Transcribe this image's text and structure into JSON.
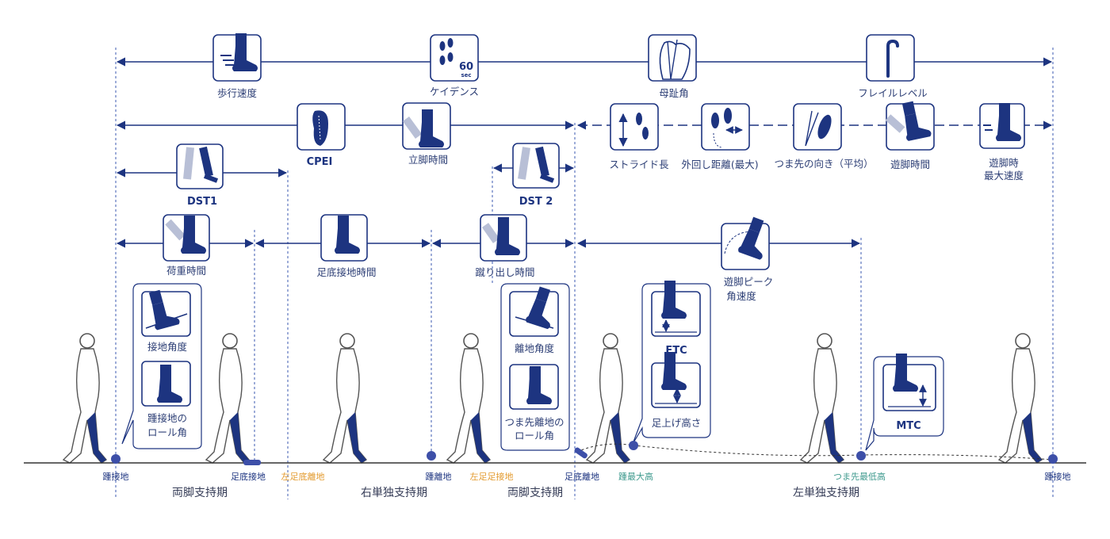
{
  "colors": {
    "navy": "#1d3480",
    "light": "#b8bfd6",
    "orange": "#e39a2d",
    "teal": "#3f9a8e"
  },
  "row1": {
    "walking_speed": "歩行速度",
    "cadence": "ケイデンス",
    "cadence_badge": "60",
    "cadence_unit": "sec",
    "hallux_angle": "母趾角",
    "frail_level": "フレイルレベル"
  },
  "row2": {
    "cpei": "CPEI",
    "stance_time": "立脚時間",
    "stride_length": "ストライド長",
    "circumduction": "外回し距離(最大)",
    "toe_direction": "つま先の向き（平均）",
    "swing_time": "遊脚時間",
    "swing_max_speed_1": "遊脚時",
    "swing_max_speed_2": "最大速度"
  },
  "row3": {
    "dst1": "DST1",
    "dst2": "DST 2"
  },
  "row4": {
    "loading_time": "荷重時間",
    "foot_flat_time": "足底接地時間",
    "push_off_time": "蹴り出し時間",
    "swing_peak_1": "遊脚ピーク",
    "swing_peak_2": "角速度"
  },
  "callouts": {
    "strike_angle": "接地角度",
    "heel_roll_1": "踵接地の",
    "heel_roll_2": "ロール角",
    "off_angle": "離地角度",
    "toe_off_roll_1": "つま先離地の",
    "toe_off_roll_2": "ロール角",
    "ftc": "FTC",
    "foot_lift": "足上げ高さ",
    "mtc": "MTC"
  },
  "events": {
    "heel_strike": "踵接地",
    "foot_flat": "足底接地",
    "left_foot_off": "左足底離地",
    "heel_off": "踵離地",
    "left_foot_strike": "左足足接地",
    "foot_off": "足底離地",
    "heel_max": "踵最大高",
    "toe_min": "つま先最低高",
    "heel_strike_end": "踵接地"
  },
  "phases": {
    "double_1": "両脚支持期",
    "right_single": "右単独支持期",
    "double_2": "両脚支持期",
    "left_single": "左単独支持期"
  }
}
